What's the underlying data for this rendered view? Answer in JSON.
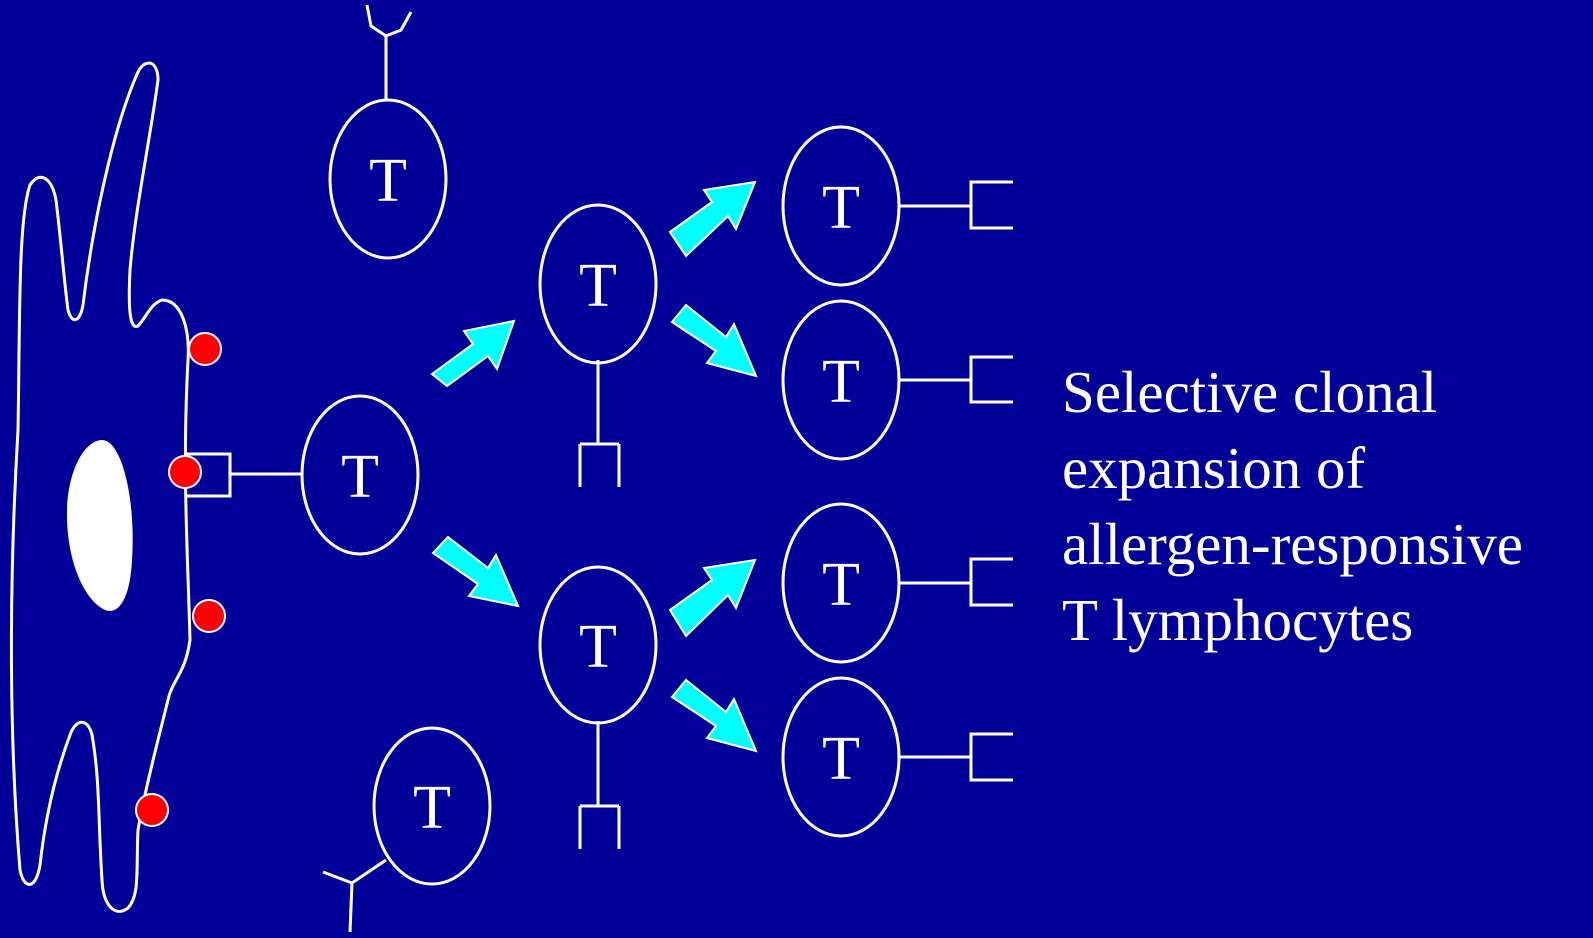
{
  "colors": {
    "background": "#000099",
    "outline": "#ffffff",
    "nucleus": "#ffffff",
    "allergen": "#ff0000",
    "arrow": "#00ffff"
  },
  "cell_label": "T",
  "caption": {
    "line1": "Selective clonal",
    "line2": "expansion of",
    "line3": "allergen-responsive",
    "line4": "T lymphocytes"
  }
}
